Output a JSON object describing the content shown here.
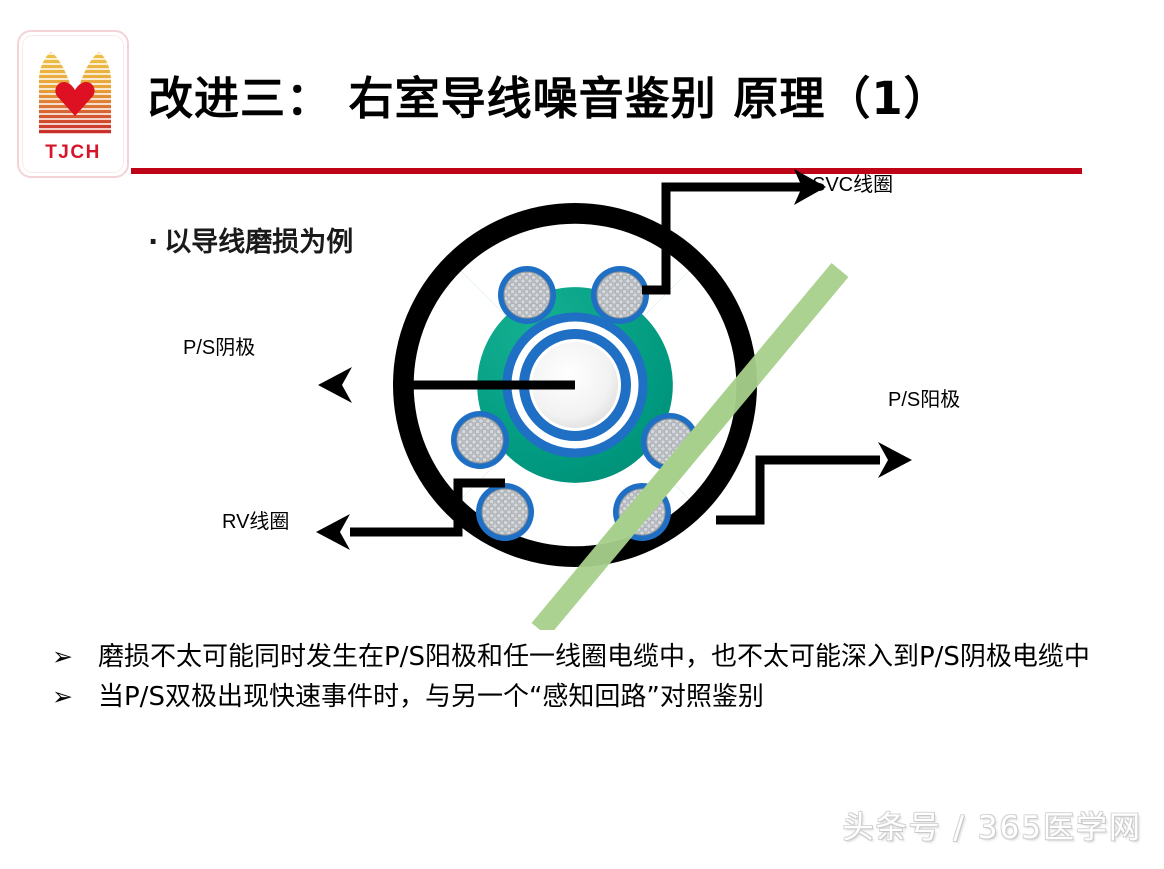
{
  "slide": {
    "title": "改进三： 右室导线噪音鉴别 原理（1）",
    "lead_bullet_marker": "·",
    "lead_bullet": "以导线磨损为例",
    "rule_color": "#C00418"
  },
  "logo": {
    "text": "TJCH",
    "heart_color": "#DD1122",
    "border_color": "#F3D3D6"
  },
  "diagram": {
    "name": "lead-cross-section",
    "colors": {
      "outer_jacket": "#000000",
      "body": "#009980",
      "lumen": "#FFFFFF",
      "cable_ring": "#1F6FC4",
      "cable_core": "#B9BDC2",
      "abrasion_stripe": "#A8D08D",
      "center_ring": "#1F6FC4"
    },
    "callouts": [
      {
        "id": "svc",
        "label": "SVC线圈",
        "arrow": "right"
      },
      {
        "id": "ps-cathode",
        "label": "P/S阴极",
        "arrow": "left"
      },
      {
        "id": "ps-anode",
        "label": "P/S阳极",
        "arrow": "right"
      },
      {
        "id": "rv",
        "label": "RV线圈",
        "arrow": "left"
      }
    ]
  },
  "points": [
    {
      "marker": "➢",
      "text": "磨损不太可能同时发生在P/S阳极和任一线圈电缆中，也不太可能深入到P/S阴极电缆中"
    },
    {
      "marker": "➢",
      "text": "当P/S双极出现快速事件时，与另一个“感知回路”对照鉴别"
    }
  ],
  "watermark": "头条号 / 365医学网"
}
